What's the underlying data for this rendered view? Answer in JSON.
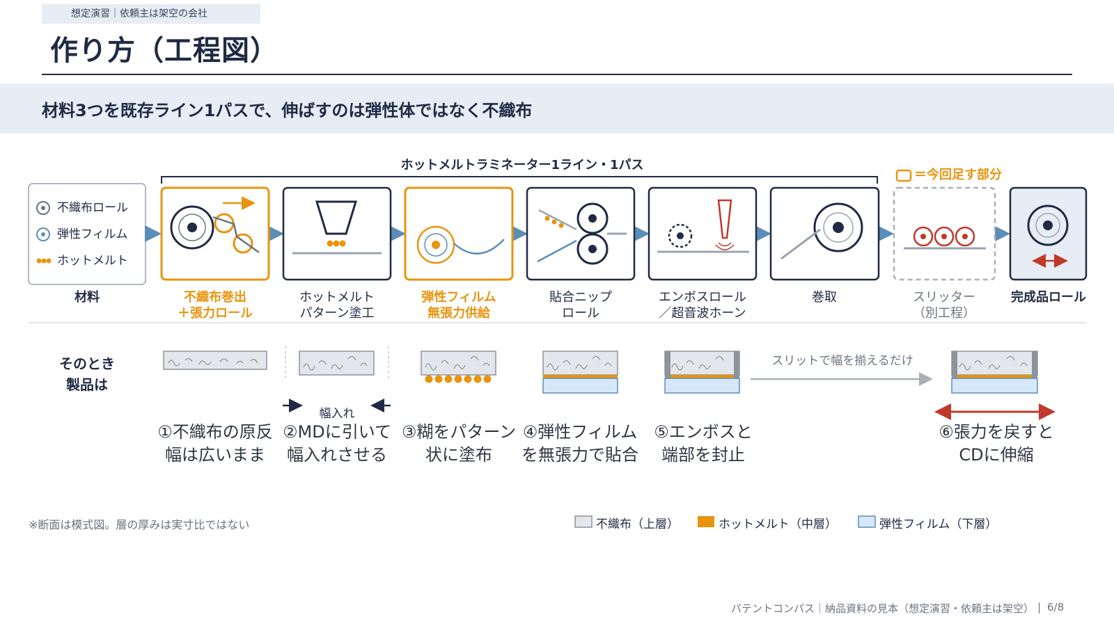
{
  "header": {
    "tagline": "想定演習｜依頼主は架空の会社",
    "title": "作り方（工程図）",
    "subtitle": "材料3つを既存ライン1パスで、伸ばすのは弾性体ではなく不織布"
  },
  "diagram": {
    "bracket_label": "ホットメルトラミネーター1ライン・1パス",
    "highlight_legend": "＝今回足す部分",
    "materials": {
      "items": [
        "不織布ロール",
        "弾性フィルム",
        "ホットメルト"
      ],
      "caption": "材料"
    },
    "steps": [
      {
        "line1": "不織布巻出",
        "line2": "＋張力ロール",
        "highlighted": true
      },
      {
        "line1": "ホットメルト",
        "line2": "パターン塗工",
        "highlighted": false
      },
      {
        "line1": "弾性フィルム",
        "line2": "無張力供給",
        "highlighted": true
      },
      {
        "line1": "貼合ニップ",
        "line2": "ロール",
        "highlighted": false
      },
      {
        "line1": "エンボスロール",
        "line2": "／超音波ホーン",
        "highlighted": false
      },
      {
        "line1": "巻取",
        "line2": "",
        "highlighted": false
      },
      {
        "line1": "スリッター",
        "line2": "（別工程）",
        "highlighted": false,
        "dashed": true
      },
      {
        "line1": "完成品ロール",
        "line2": "",
        "highlighted": false,
        "final": true
      }
    ],
    "product_row_label": [
      "そのとき",
      "製品は"
    ],
    "width_label": "幅入れ",
    "slit_label": "スリットで幅を揃えるだけ",
    "captions": [
      {
        "line1": "①不織布の原反",
        "line2": "幅は広いまま"
      },
      {
        "line1": "②MDに引いて",
        "line2": "幅入れさせる"
      },
      {
        "line1": "③糊をパターン",
        "line2": "状に塗布"
      },
      {
        "line1": "④弾性フィルム",
        "line2": "を無張力で貼合"
      },
      {
        "line1": "⑤エンボスと",
        "line2": "端部を封止"
      },
      {
        "line1": "⑥張力を戻すと",
        "line2": "CDに伸縮"
      }
    ]
  },
  "notes": {
    "footnote": "※断面は模式図。層の厚みは実寸比ではない",
    "legend": [
      "不織布（上層）",
      "ホットメルト（中層）",
      "弾性フィルム（下層）"
    ]
  },
  "footer": {
    "text": "パテントコンパス｜納品資料の見本（想定演習・依頼主は架空）",
    "page": "6/8"
  },
  "colors": {
    "navy": "#1f2a44",
    "orange": "#e8940f",
    "red": "#c0392b",
    "steel": "#5b8db8",
    "film": "#d6e8f7",
    "nonwoven": "#e3e6ea",
    "band": "#e7edf5"
  }
}
